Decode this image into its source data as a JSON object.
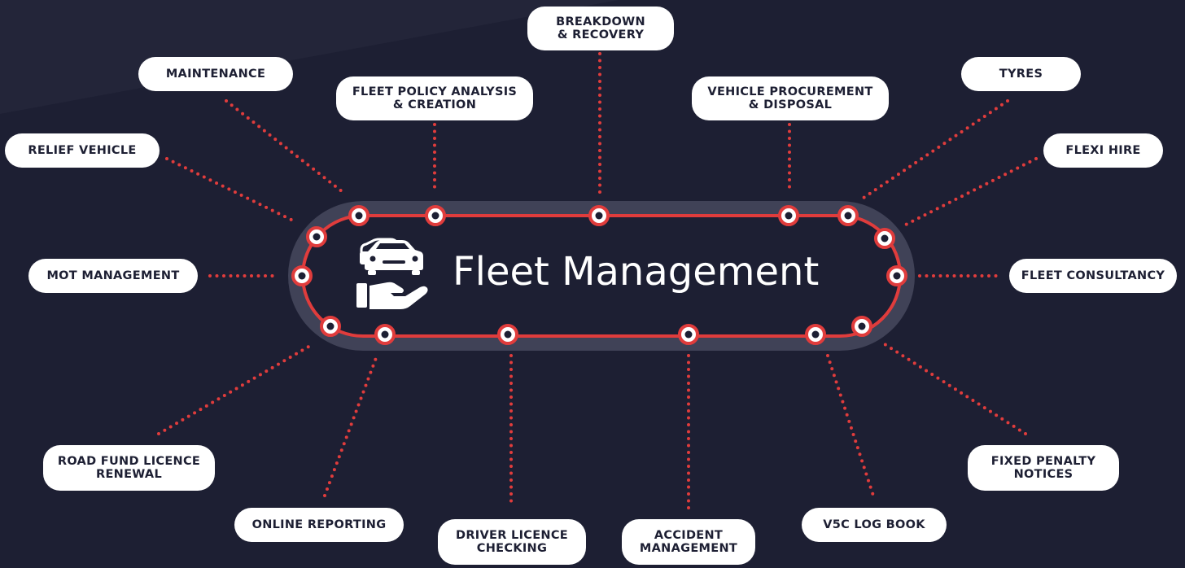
{
  "title": "Fleet Management",
  "services": {
    "breakdown": "BREAKDOWN\n& RECOVERY",
    "maintenance": "MAINTENANCE",
    "fleet_policy": "FLEET POLICY ANALYSIS\n& CREATION",
    "procurement": "VEHICLE PROCUREMENT\n& DISPOSAL",
    "tyres": "TYRES",
    "relief_vehicle": "RELIEF VEHICLE",
    "flexi_hire": "FLEXI HIRE",
    "mot": "MOT MANAGEMENT",
    "fleet_consultancy": "FLEET CONSULTANCY",
    "road_fund": "ROAD FUND LICENCE\nRENEWAL",
    "fixed_penalty": "FIXED PENALTY\nNOTICES",
    "online_reporting": "ONLINE REPORTING",
    "driver_licence": "DRIVER LICENCE\nCHECKING",
    "accident": "ACCIDENT\nMANAGEMENT",
    "v5c": "V5C LOG BOOK"
  },
  "colors": {
    "background": "#1d1f33",
    "track": "#404257",
    "accent": "#e03c3c",
    "node_fill": "#ffffff",
    "pill": "#ffffff",
    "text_dark": "#1d1f33"
  },
  "icons": {
    "center": "car-in-hand-icon"
  }
}
